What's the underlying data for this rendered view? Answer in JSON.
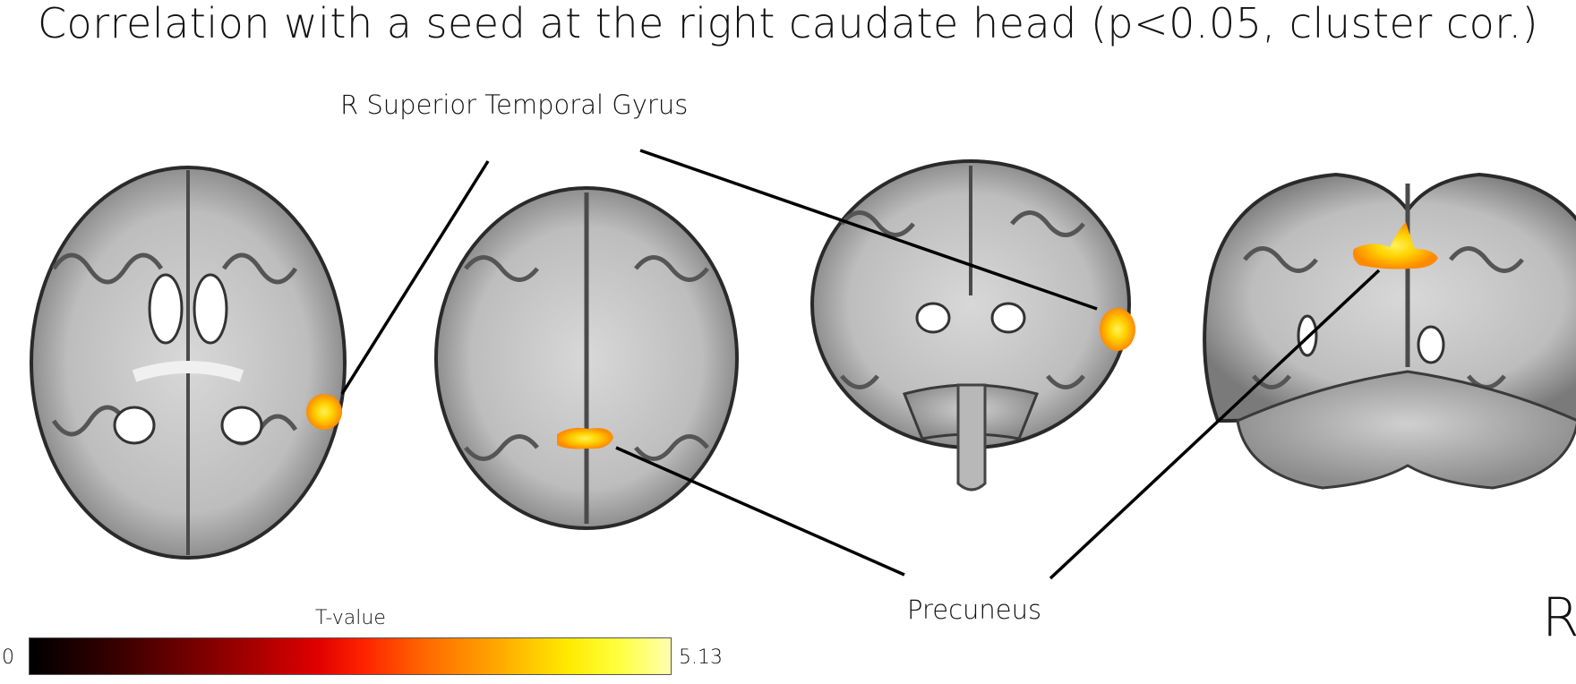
{
  "title": "Correlation with a seed at the right caudate head (p<0.05, cluster cor.)",
  "labels": {
    "region_1": "R Superior Temporal Gyrus",
    "region_2": "Precuneus"
  },
  "orientation_marker": "R",
  "colorbar": {
    "title": "T-value",
    "min": "0",
    "max": "5.13",
    "colormap": "hot"
  },
  "colors": {
    "cluster_core": "#ffd400",
    "cluster_edge": "#ff8a00",
    "line": "#000000"
  },
  "panels": [
    {
      "view": "axial",
      "cluster": "R Superior Temporal Gyrus"
    },
    {
      "view": "axial",
      "cluster": "Precuneus"
    },
    {
      "view": "coronal",
      "cluster": "R Superior Temporal Gyrus"
    },
    {
      "view": "coronal",
      "cluster": "Precuneus"
    }
  ]
}
